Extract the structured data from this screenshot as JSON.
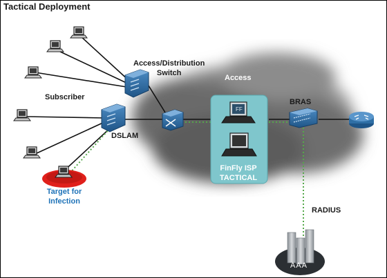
{
  "title": "Tactical Deployment",
  "labels": {
    "subscriber": "Subscriber",
    "switch_line1": "Access/Distribution",
    "switch_line2": "Switch",
    "access": "Access",
    "bras": "BRAS",
    "dslam": "DSLAM",
    "finfly_line1": "FinFly ISP",
    "finfly_line2": "TACTICAL",
    "target_line1": "Target for",
    "target_line2": "Infection",
    "radius": "RADIUS",
    "aaa": "AAA"
  },
  "colors": {
    "device_blue": "#2f6fa5",
    "tactical_box": "#7fc6cc",
    "cloud": "#6a6a6a",
    "target_red": "#e0201b",
    "monitor_link": "#55a84a",
    "label_blue": "#1f73b8"
  },
  "icons": [
    "laptop-icon",
    "switch-icon",
    "dslam-icon",
    "bras-icon",
    "router-icon",
    "server-icon"
  ]
}
